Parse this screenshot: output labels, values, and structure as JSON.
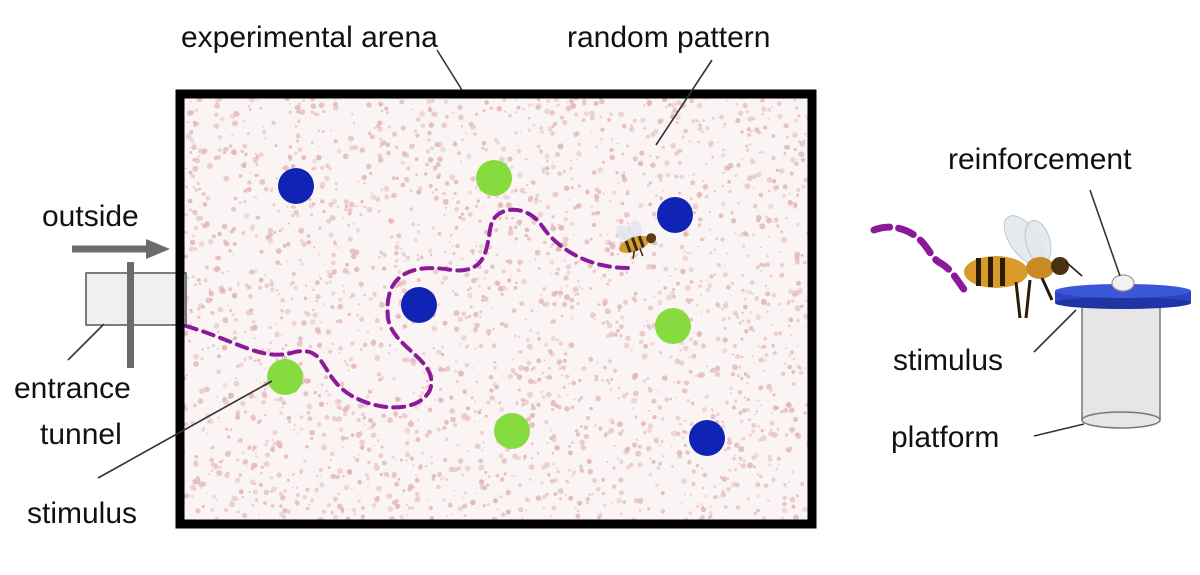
{
  "labels": {
    "experimental_arena": "experimental arena",
    "random_pattern": "random pattern",
    "outside": "outside",
    "entrance_tunnel_line1": "entrance",
    "entrance_tunnel_line2": "tunnel",
    "stimulus_left": "stimulus",
    "reinforcement": "reinforcement",
    "stimulus_right": "stimulus",
    "platform": "platform"
  },
  "colors": {
    "arena_border": "#000000",
    "pattern_dots": "#e3b7b9",
    "blue_stimulus": "#0f23b4",
    "green_stimulus": "#86dc3e",
    "flight_path": "#8a1a99",
    "arrow": "#6b6b6b",
    "platform_top": "#2a44c4",
    "platform_body": "#e6e6e6"
  },
  "stimuli": {
    "blue_count": 4,
    "green_count": 4
  },
  "icons": [
    "bee-icon",
    "arrow-right-icon"
  ]
}
